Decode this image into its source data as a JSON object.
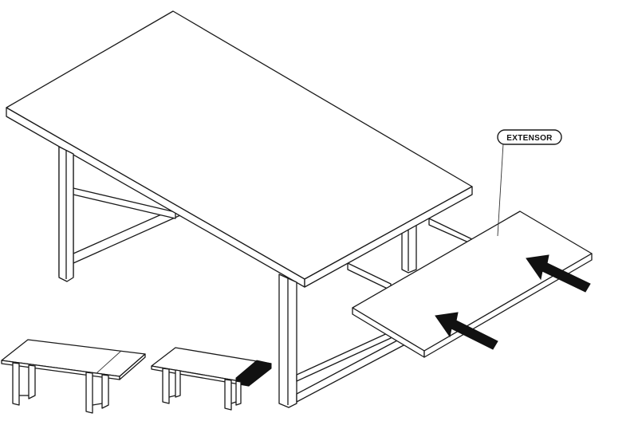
{
  "diagram": {
    "callout": {
      "label": "EXTENSOR"
    },
    "views": [
      "main-table-with-extensor",
      "thumbnail-table-extended",
      "thumbnail-table-retracted"
    ],
    "arrows": 2,
    "colors": {
      "line": "#1a1a1a",
      "background": "#ffffff",
      "arrow_fill": "#111111"
    }
  }
}
